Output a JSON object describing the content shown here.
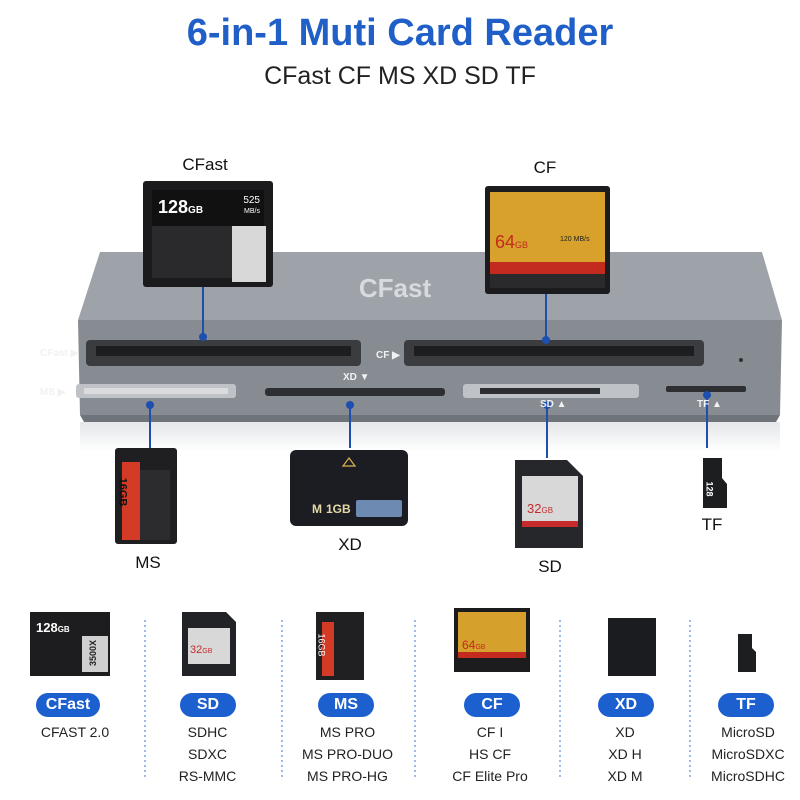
{
  "header": {
    "title": "6-in-1 Muti Card Reader",
    "subtitle": "CFast CF MS XD SD TF"
  },
  "device": {
    "brand": "CFast",
    "slot_labels": {
      "cfast": "CFast",
      "cf": "CF",
      "ms": "MS",
      "xd": "XD",
      "sd": "SD",
      "tf": "TF"
    }
  },
  "callouts": {
    "cfast": "CFast",
    "cf": "CF",
    "ms": "MS",
    "xd": "XD",
    "sd": "SD",
    "tf": "TF"
  },
  "cards": {
    "cfast": {
      "capacity": "128",
      "unit": "GB",
      "speed": "525",
      "speed_unit": "MB/s",
      "model": "3500X"
    },
    "cf": {
      "capacity": "64",
      "unit": "GB",
      "speed": "120 MB/s"
    },
    "ms": {
      "capacity": "16GB"
    },
    "xd": {
      "prefix": "M",
      "capacity": "1GB"
    },
    "sd": {
      "capacity": "32",
      "unit": "GB"
    },
    "tf": {
      "capacity": "128"
    }
  },
  "compat": [
    {
      "badge": "CFast",
      "formats": [
        "CFAST 2.0"
      ]
    },
    {
      "badge": "SD",
      "formats": [
        "SDHC",
        "SDXC",
        "RS-MMC"
      ]
    },
    {
      "badge": "MS",
      "formats": [
        "MS PRO",
        "MS PRO-DUO",
        "MS PRO-HG"
      ]
    },
    {
      "badge": "CF",
      "formats": [
        "CF I",
        "HS CF",
        "CF Elite Pro"
      ]
    },
    {
      "badge": "XD",
      "formats": [
        "XD",
        "XD H",
        "XD M"
      ]
    },
    {
      "badge": "TF",
      "formats": [
        "MicroSD",
        "MicroSDXC",
        "MicroSDHC"
      ]
    }
  ],
  "colors": {
    "accent": "#1c5fcf",
    "title": "#1f5fc7",
    "device": "#8a8f96"
  }
}
